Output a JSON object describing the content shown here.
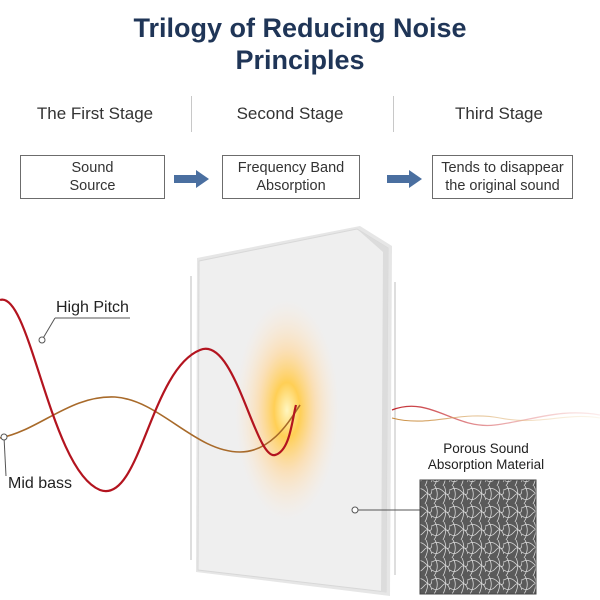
{
  "title": {
    "line1": "Trilogy of Reducing Noise",
    "line2": "Principles"
  },
  "stages": [
    {
      "heading": "The First Stage",
      "box": "Sound\nSource"
    },
    {
      "heading": "Second Stage",
      "box": "Frequency Band\nAbsorption"
    },
    {
      "heading": "Third Stage",
      "box": "Tends to disappear\nthe original sound"
    }
  ],
  "labels": {
    "high_pitch": "High Pitch",
    "mid_bass": "Mid bass",
    "material": "Porous Sound\nAbsorption Material"
  },
  "colors": {
    "title": "#1f3557",
    "arrow": "#4a6fa0",
    "high_pitch_wave": "#b3141f",
    "mid_bass_wave": "#a86a2a",
    "glow": "#ffb23a"
  }
}
